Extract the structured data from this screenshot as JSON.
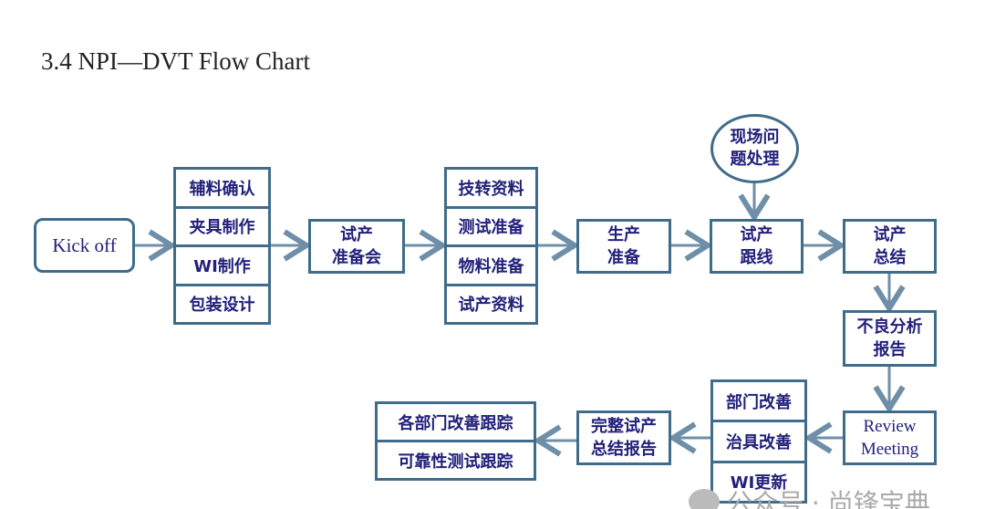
{
  "title": "3.4  NPI—DVT Flow Chart",
  "nodes": {
    "kickoff": "Kick off",
    "prep_items": [
      "辅料确认",
      "夹具制作",
      "WI制作",
      "包装设计"
    ],
    "trial_meeting": "试产\n准备会",
    "doc_items": [
      "技转资料",
      "测试准备",
      "物料准备",
      "试产资料"
    ],
    "production_prep": "生产\n准备",
    "trial_follow": "试产\n跟线",
    "onsite_issue": "现场问\n题处理",
    "trial_summary": "试产\n总结",
    "defect_report": "不良分析\n报告",
    "review_meeting": "Review\nMeeting",
    "improve_items": [
      "部门改善",
      "治具改善",
      "WI更新"
    ],
    "full_report": "完整试产\n总结报告",
    "track_items": [
      "各部门改善跟踪",
      "可靠性测试跟踪"
    ]
  },
  "watermark": "公众号 · 尚锋宝典",
  "colors": {
    "border": "#3f6c8a",
    "text": "#22207a",
    "arrow": "#6f8fa8"
  }
}
